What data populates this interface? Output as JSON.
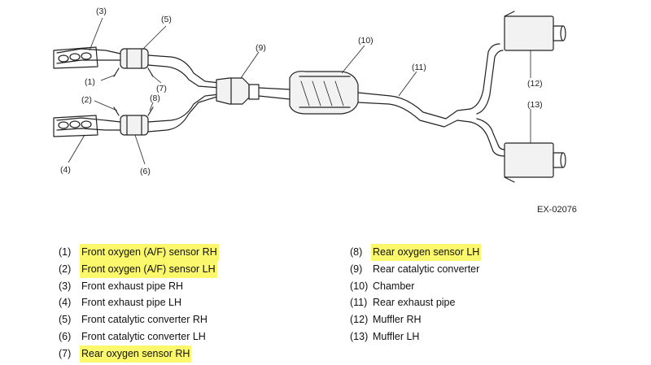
{
  "figure_code": "EX-02076",
  "callouts": [
    "(1)",
    "(2)",
    "(3)",
    "(4)",
    "(5)",
    "(6)",
    "(7)",
    "(8)",
    "(9)",
    "(10)",
    "(11)",
    "(12)",
    "(13)"
  ],
  "legend": {
    "left": [
      {
        "num": "(1)",
        "label": "Front oxygen (A/F) sensor RH",
        "highlight": true
      },
      {
        "num": "(2)",
        "label": "Front oxygen (A/F) sensor LH",
        "highlight": true
      },
      {
        "num": "(3)",
        "label": "Front exhaust pipe RH",
        "highlight": false
      },
      {
        "num": "(4)",
        "label": "Front exhaust pipe LH",
        "highlight": false
      },
      {
        "num": "(5)",
        "label": "Front catalytic converter RH",
        "highlight": false
      },
      {
        "num": "(6)",
        "label": "Front catalytic converter LH",
        "highlight": false
      },
      {
        "num": "(7)",
        "label": "Rear oxygen sensor RH",
        "highlight": true
      }
    ],
    "right": [
      {
        "num": "(8)",
        "label": "Rear oxygen sensor LH",
        "highlight": true
      },
      {
        "num": "(9)",
        "label": "Rear catalytic converter",
        "highlight": false
      },
      {
        "num": "(10)",
        "label": "Chamber",
        "highlight": false
      },
      {
        "num": "(11)",
        "label": "Rear exhaust pipe",
        "highlight": false
      },
      {
        "num": "(12)",
        "label": "Muffler RH",
        "highlight": false
      },
      {
        "num": "(13)",
        "label": "Muffler LH",
        "highlight": false
      }
    ]
  },
  "colors": {
    "highlight": "#fbf86b",
    "line": "#222222",
    "part_fill": "#f2f2f2"
  }
}
